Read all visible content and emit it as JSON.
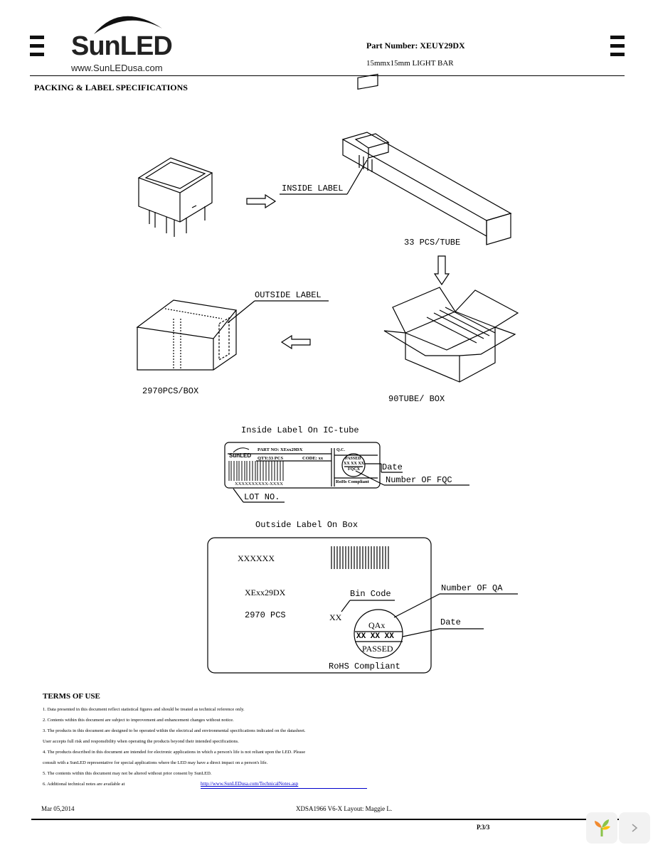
{
  "header": {
    "logo": {
      "brand": "SunLED",
      "url": "www.SunLEDusa.com"
    },
    "part_number": "Part Number: XEUY29DX",
    "description": "15mmx15mm LIGHT BAR"
  },
  "section_title": "PACKING & LABEL SPECIFICATIONS",
  "packing": {
    "inside_label": "INSIDE LABEL",
    "tube_qty": "33 PCS/TUBE",
    "outside_label": "OUTSIDE LABEL",
    "box_qty": "2970PCS/BOX",
    "tubes_per_box": "90TUBE/ BOX"
  },
  "inside_label_tag": {
    "title": "Inside Label On IC-tube",
    "brand": "SunLED",
    "part_no": "PART NO: XExx29DX",
    "qty": "QTY:33 PCS",
    "code": "CODE: xx",
    "qc": "Q.C.",
    "passed": "PASSED",
    "date_code": "XX XX XX",
    "fqc": "FQCX",
    "rohs": "RoHs Compliant",
    "lot": "XXXXXXXXXX-XXXX",
    "callout_date": "Date",
    "callout_fqc": "Number OF FQC",
    "callout_lot": "LOT NO."
  },
  "outside_label_tag": {
    "title": "Outside Label On Box",
    "code": "XXXXXX",
    "part": "XExx29DX",
    "qty": "2970 PCS",
    "bin_value": "XX",
    "bin_label": "Bin Code",
    "qa": "QAx",
    "date_code": "XX XX XX",
    "passed": "PASSED",
    "rohs": "RoHS Compliant",
    "callout_qa": "Number OF QA",
    "callout_date": "Date"
  },
  "terms": {
    "title": "TERMS OF USE",
    "items": [
      "1. Data presented in this document reflect statistical figures and should be treated as technical reference only.",
      "2. Contents within this document are subject to improvement and enhancement changes without notice.",
      "3. The products in this document are designed to be operated within the electrical and environmental specifications indicated on the datasheet.",
      "    User accepts full risk and responsibility when operating the products beyond their intended specifications.",
      "4. The products described in this document are intended for electronic applications in which a person's life is not reliant upon the LED. Please",
      "    consult with a SunLED representative for special applications where the LED may have a direct impact on a person's life.",
      "5. The contents within this document may not be altered without prior consent by SunLED.",
      "6. Additional technical notes are available at"
    ],
    "link": "http://www.SunLEDusa.com/TechnicalNotes.asp"
  },
  "footer": {
    "date": "Mar 05,2014",
    "doc": "XDSA1966    V6-X    Layout: Maggie L.",
    "page": "P.3/3"
  }
}
